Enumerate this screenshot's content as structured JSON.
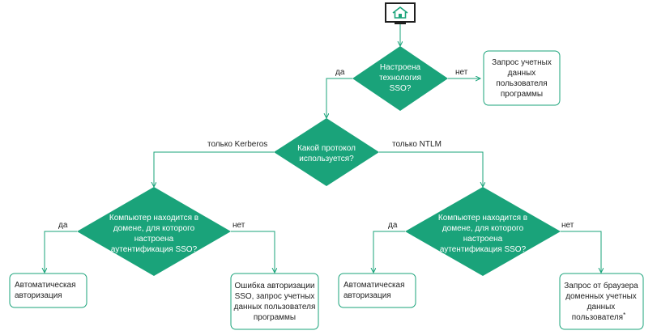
{
  "colors": {
    "accent": "#1aa37a",
    "text": "#1f1f1f",
    "diamond_text": "#ffffff"
  },
  "start_icon": "home-monitor-icon",
  "decisions": {
    "sso": {
      "lines": [
        "Настроена",
        "технология",
        "SSO?"
      ]
    },
    "protocol": {
      "lines": [
        "Какой протокол",
        "используется?"
      ]
    },
    "domain_kerberos": {
      "lines": [
        "Компьютер находится в",
        "домене, для которого",
        "настроена",
        "аутентификация SSO?"
      ]
    },
    "domain_ntlm": {
      "lines": [
        "Компьютер находится в",
        "домене, для которого",
        "настроена",
        "аутентификация SSO?"
      ]
    }
  },
  "outcomes": {
    "credentials_request": {
      "lines": [
        "Запрос учетных",
        "данных",
        "пользователя",
        "программы"
      ]
    },
    "auto_auth_kerberos": {
      "lines": [
        "Автоматическая",
        "авторизация"
      ]
    },
    "sso_error": {
      "lines": [
        "Ошибка авторизации",
        "SSO, запрос учетных",
        "данных пользователя",
        "программы"
      ]
    },
    "auto_auth_ntlm": {
      "lines": [
        "Автоматическая",
        "авторизация"
      ]
    },
    "browser_request": {
      "lines": [
        "Запрос от браузера",
        "доменных учетных",
        "данных",
        "пользователя"
      ],
      "footnote_mark": "*"
    }
  },
  "labels": {
    "sso_yes": "да",
    "sso_no": "нет",
    "only_kerberos": "только Kerberos",
    "only_ntlm": "только NTLM",
    "kerberos_yes": "да",
    "kerberos_no": "нет",
    "ntlm_yes": "да",
    "ntlm_no": "нет"
  }
}
